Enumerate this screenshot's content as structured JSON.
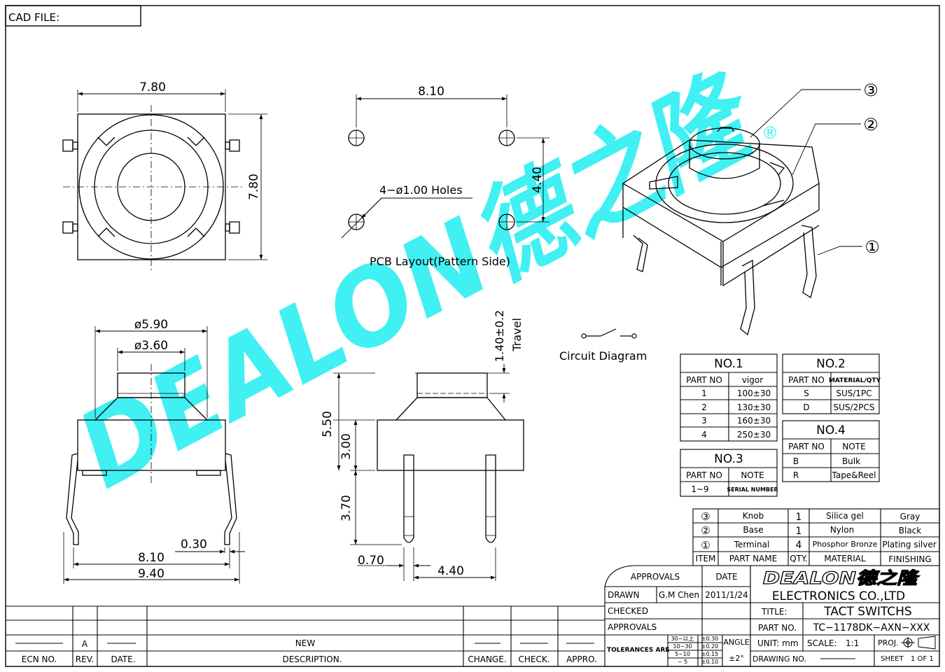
{
  "frame": {
    "cad_file": "CAD FILE:"
  },
  "top_view": {
    "width": "7.80",
    "height": "7.80"
  },
  "pcb": {
    "spacing_x": "8.10",
    "spacing_y": "4.40",
    "holes": "4−ø1.00 Holes",
    "caption": "PCB Layout(Pattern Side)"
  },
  "front_view": {
    "outer_dia": "ø5.90",
    "inner_dia": "ø3.60",
    "pin_gap": "0.30",
    "pin_span": "8.10",
    "total_width": "9.40"
  },
  "side_view": {
    "travel_value": "1.40±0.2",
    "travel_label": "Travel",
    "total_h": "5.50",
    "body_h": "3.00",
    "pin_len": "3.70",
    "pin_w": "0.70",
    "pin_spacing": "4.40"
  },
  "iso_view": {
    "callouts": [
      "③",
      "②",
      "①"
    ],
    "reg_mark": "®"
  },
  "circuit": {
    "caption": "Circuit Diagram"
  },
  "watermark": {
    "text": "DEALON德之隆"
  },
  "no1": {
    "title": "NO.1",
    "headers": [
      "PART NO",
      "vigor"
    ],
    "rows": [
      [
        "1",
        "100±30"
      ],
      [
        "2",
        "130±30"
      ],
      [
        "3",
        "160±30"
      ],
      [
        "4",
        "250±30"
      ]
    ]
  },
  "no2": {
    "title": "NO.2",
    "headers": [
      "PART NO",
      "MATERIAL/QTY"
    ],
    "rows": [
      [
        "S",
        "SUS/1PC"
      ],
      [
        "D",
        "SUS/2PCS"
      ]
    ]
  },
  "no3": {
    "title": "NO.3",
    "headers": [
      "PART NO",
      "NOTE"
    ],
    "rows": [
      [
        "1~9",
        "SERIAL NUMBER"
      ]
    ]
  },
  "no4": {
    "title": "NO.4",
    "headers": [
      "PART NO",
      "NOTE"
    ],
    "rows": [
      [
        "B",
        "Bulk"
      ],
      [
        "R",
        "Tape&Reel"
      ]
    ]
  },
  "bom": {
    "rows": [
      [
        "③",
        "Knob",
        "1",
        "Silica gel",
        "Gray"
      ],
      [
        "②",
        "Base",
        "1",
        "Nylon",
        "Black"
      ],
      [
        "①",
        "Terminal",
        "4",
        "Phosphor Bronze",
        "Plating silver"
      ]
    ],
    "headers": [
      "ITEM",
      "PART NAME",
      "QTY.",
      "MATERIAL",
      "FINISHING"
    ]
  },
  "title_block": {
    "approvals_h": "APPROVALS",
    "date_h": "DATE",
    "drawn": "DRAWN",
    "drawn_by": "G.M Chen",
    "drawn_date": "2011/1/24",
    "checked": "CHECKED",
    "approvals": "APPROVALS",
    "logo": "DEALON德之隆",
    "company": "ELECTRONICS CO.,LTD",
    "title_label": "TITLE:",
    "title": "TACT SWITCHS",
    "part_label": "PART NO.",
    "part_no": "TC−1178DK−AXN−XXX",
    "tol_label": "TOLERANCES ARE",
    "tol_ranges": [
      "30~以上",
      "10~30",
      "5~10",
      "~ 5"
    ],
    "tol_values": [
      "±0.30",
      "±0.20",
      "±0.15",
      "±0.10"
    ],
    "angle_label": "ANGLE",
    "angle": "±2°",
    "unit": "UNIT: mm",
    "scale_label": "SCALE:",
    "scale": "1:1",
    "proj": "PROJ.",
    "drawing_no": "DRAWING NO.",
    "sheet": "SHEET",
    "sheet_of": "1 OF 1"
  },
  "revision": {
    "row": {
      "rev": "A",
      "desc": "NEW"
    },
    "headers": [
      "ECN NO.",
      "REV.",
      "DATE.",
      "DESCRIPTION.",
      "CHANGE.",
      "CHECK.",
      "APPRO."
    ]
  },
  "colors": {
    "watermark": "#36f0f3",
    "line": "#000000"
  }
}
